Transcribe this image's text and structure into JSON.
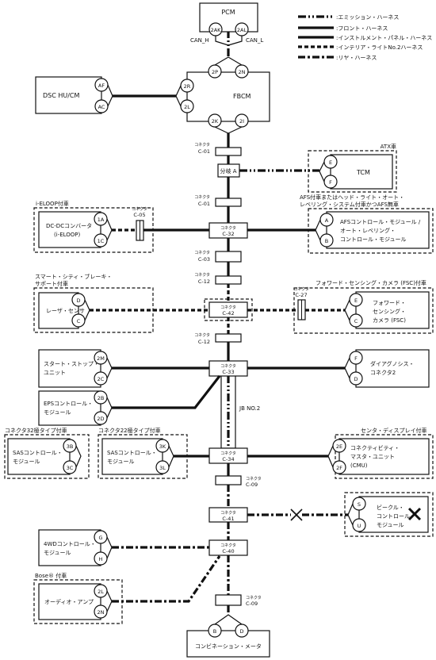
{
  "legend": [
    {
      "label": ":エミッション・ハーネス",
      "style": "emission"
    },
    {
      "label": ":フロント・ハーネス",
      "style": "front"
    },
    {
      "label": ":インストルメント・パネル・ハーネス",
      "style": "instrument"
    },
    {
      "label": ":インテリア・ライトNo.2ハーネス",
      "style": "interior"
    },
    {
      "label": ":リヤ・ハーネス",
      "style": "rear"
    }
  ],
  "modules": {
    "pcm": "PCM",
    "fbcm": "FBCM",
    "dsc": "DSC HU/CM",
    "tcm": "TCM",
    "dcdc": [
      "DC-DCコンバータ",
      "(i-ELOOP)"
    ],
    "afs": [
      "AFSコントロール・モジュール /",
      "オート・レベリング・",
      "コントロール・モジュール"
    ],
    "laser": "レーザ・センサ",
    "fsc": [
      "フォワード・",
      "センシング・",
      "カメラ (FSC)"
    ],
    "ss": [
      "スタート・ストップ・",
      "ユニット"
    ],
    "dlc": [
      "ダイアグノシス・",
      "コネクタ2"
    ],
    "eps": [
      "EPSコントロール・",
      "モジュール"
    ],
    "sas32": [
      "SASコントロール・",
      "モジュール"
    ],
    "sas22": [
      "SASコントロール・",
      "モジュール"
    ],
    "cmu": [
      "コネクティビティ・",
      "マスタ・ユニット",
      "(CMU)"
    ],
    "vcm": [
      "ビークル・",
      "コントロール・",
      "モジュール"
    ],
    "awd": [
      "4WDコントロール・",
      "モジュール"
    ],
    "audio": "オーディオ・アンプ",
    "meter": "コンビネーション・メータ"
  },
  "captions": {
    "atx": "ATX車",
    "ieloop": "i-ELOOP付車",
    "afs": [
      "AFS付車またはヘッド・ライト・オート・",
      "レベリング・システム付車かつAFS無車"
    ],
    "laser": [
      "スマート・シティ・ブレーキ・",
      "サポート付車"
    ],
    "fsc": "フォワード・センシング・カメラ (FSC)付車",
    "sas32": "コネクタ32極タイプ付車",
    "sas22": "コネクタ22極タイプ付車",
    "cmu": "センタ・ディスプレイ付車",
    "bose": "Bose® 付車",
    "jb": "JB NO.2",
    "branch": "分岐 A",
    "can_h": "CAN_H",
    "can_l": "CAN_L"
  },
  "connectors": {
    "c01a": [
      "コネクタ",
      "C-01"
    ],
    "c01b": [
      "コネクタ",
      "C-01"
    ],
    "c05": [
      "コネクタ",
      "C-05"
    ],
    "c32": [
      "コネクタ",
      "C-32"
    ],
    "c03": [
      "コネクタ",
      "C-03"
    ],
    "c12a": [
      "コネクタ",
      "C-12"
    ],
    "c27": [
      "コネクタ",
      "C-27"
    ],
    "c42": [
      "コネクタ",
      "C-42"
    ],
    "c12b": [
      "コネクタ",
      "C-12"
    ],
    "c33": [
      "コネクタ",
      "C-33"
    ],
    "c34": [
      "コネクタ",
      "C-34"
    ],
    "c09a": [
      "コネクタ",
      "C-09"
    ],
    "c41": [
      "コネクタ",
      "C-41"
    ],
    "c40": [
      "コネクタ",
      "C-40"
    ],
    "c09b": [
      "コネクタ",
      "C-09"
    ]
  },
  "pins": {
    "pcm_h": "2AK",
    "pcm_l": "2AL",
    "fb_p": "2P",
    "fb_n": "2N",
    "fb_r": "2R",
    "fb_l": "2L",
    "fb_k": "2K",
    "fb_i": "2I",
    "dsc_af": "AF",
    "dsc_ac": "AC",
    "tcm_e": "E",
    "tcm_f": "F",
    "dc_1a": "1A",
    "dc_1c": "1C",
    "afs_a": "A",
    "afs_b": "B",
    "ls_d": "D",
    "ls_c": "C",
    "fsc_e": "E",
    "fsc_c": "C",
    "ss_2m": "2M",
    "ss_2c": "2C",
    "dlc_f": "F",
    "dlc_d": "D",
    "eps_2b": "2B",
    "eps_2d": "2D",
    "s32_3b": "3B",
    "s32_3c": "3C",
    "s22_3k": "3K",
    "s22_3l": "3L",
    "cmu_2e": "2E",
    "cmu_2f": "2F",
    "vcm_s": "S",
    "vcm_u": "U",
    "awd_g": "G",
    "awd_h": "H",
    "au_2l": "2L",
    "au_2n": "2N",
    "m_b": "B",
    "m_d": "D"
  }
}
